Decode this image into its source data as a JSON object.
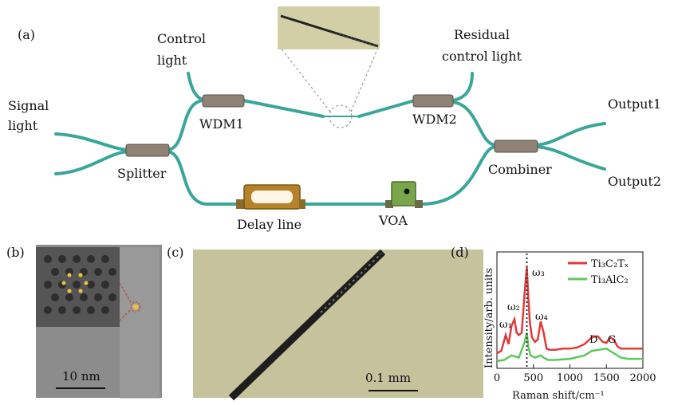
{
  "panel_a": {
    "label": "(a)",
    "signal_light": "Signal light",
    "control_light": "Control light",
    "residual_control_light": "Residual control light",
    "wdm1": "WDM1",
    "wdm2": "WDM2",
    "splitter": "Splitter",
    "combiner": "Combiner",
    "output1": "Output1",
    "output2": "Output2",
    "delay_line": "Delay line",
    "voa": "VOA",
    "fiber_color": "#3aa69a"
  },
  "panel_b": {
    "label": "(b)",
    "scale_bar": "10 nm"
  },
  "panel_c": {
    "label": "(c)",
    "scale_bar": "0.1 mm"
  },
  "panel_d": {
    "label": "(d)",
    "chart_data": {
      "type": "line",
      "xlabel": "Raman shift/cm⁻¹",
      "ylabel": "Intensity/arb. units",
      "xlim": [
        0,
        2000
      ],
      "xticks": [
        0,
        500,
        1000,
        1500,
        2000
      ],
      "series": [
        {
          "name": "Ti₃C₂Tₓ",
          "color": "#e03a3a",
          "x": [
            0,
            60,
            120,
            160,
            200,
            240,
            270,
            300,
            340,
            380,
            410,
            430,
            450,
            480,
            520,
            560,
            600,
            640,
            680,
            720,
            800,
            900,
            1000,
            1100,
            1200,
            1300,
            1380,
            1450,
            1500,
            1550,
            1600,
            1650,
            1700,
            1800,
            1900,
            2000
          ],
          "y": [
            0.12,
            0.14,
            0.28,
            0.2,
            0.36,
            0.42,
            0.3,
            0.28,
            0.3,
            0.66,
            0.88,
            0.62,
            0.4,
            0.26,
            0.22,
            0.24,
            0.4,
            0.3,
            0.16,
            0.15,
            0.15,
            0.16,
            0.16,
            0.17,
            0.2,
            0.26,
            0.27,
            0.22,
            0.21,
            0.26,
            0.24,
            0.18,
            0.16,
            0.16,
            0.16,
            0.16
          ]
        },
        {
          "name": "Ti₃AlC₂",
          "color": "#5cc85a",
          "x": [
            0,
            100,
            200,
            300,
            380,
            410,
            430,
            460,
            520,
            600,
            640,
            700,
            800,
            1000,
            1200,
            1300,
            1400,
            1500,
            1600,
            1700,
            1800,
            2000
          ],
          "y": [
            0.05,
            0.06,
            0.1,
            0.08,
            0.22,
            0.3,
            0.18,
            0.1,
            0.08,
            0.1,
            0.08,
            0.06,
            0.06,
            0.07,
            0.1,
            0.14,
            0.15,
            0.16,
            0.12,
            0.08,
            0.07,
            0.07
          ]
        }
      ],
      "peak_labels": [
        "ω₁",
        "ω₂",
        "ω₃",
        "ω₄",
        "D",
        "G"
      ],
      "dotted_marker_x": 410
    }
  }
}
